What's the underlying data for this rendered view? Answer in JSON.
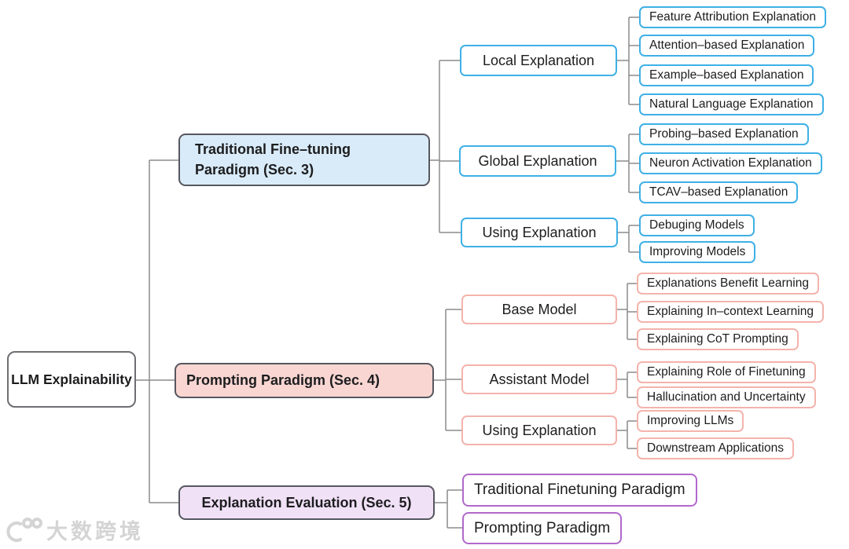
{
  "figure": {
    "root": {
      "label": "LLM Explainability"
    },
    "branches": [
      {
        "label": "Traditional Fine–tuning Paradigm (Sec. 3)",
        "accent_color": "#3fb0e6",
        "fill_color": "#d9ebf8",
        "children": [
          {
            "label": "Local Explanation",
            "leaves": [
              "Feature Attribution Explanation",
              "Attention–based Explanation",
              "Example–based Explanation",
              "Natural Language Explanation"
            ]
          },
          {
            "label": "Global Explanation",
            "leaves": [
              "Probing–based Explanation",
              "Neuron Activation Explanation",
              "TCAV–based Explanation"
            ]
          },
          {
            "label": "Using Explanation",
            "leaves": [
              "Debuging Models",
              "Improving Models"
            ]
          }
        ]
      },
      {
        "label": "Prompting Paradigm (Sec. 4)",
        "accent_color": "#f4b3ac",
        "fill_color": "#f9d6d2",
        "children": [
          {
            "label": "Base Model",
            "leaves": [
              "Explanations Benefit Learning",
              "Explaining In–context Learning",
              "Explaining CoT Prompting"
            ]
          },
          {
            "label": "Assistant Model",
            "leaves": [
              "Explaining Role of Finetuning",
              "Hallucination and Uncertainty"
            ]
          },
          {
            "label": "Using Explanation",
            "leaves": [
              "Improving LLMs",
              "Downstream Applications"
            ]
          }
        ]
      },
      {
        "label": "Explanation Evaluation (Sec. 5)",
        "accent_color": "#b168cb",
        "fill_color": "#f1e1f7",
        "children": [
          {
            "label": "Traditional Finetuning Paradigm",
            "leaves": []
          },
          {
            "label": "Prompting Paradigm",
            "leaves": []
          }
        ]
      }
    ],
    "connector_color": "#8c8c8c"
  },
  "watermark": {
    "logo": "100",
    "text": "大数跨境"
  }
}
